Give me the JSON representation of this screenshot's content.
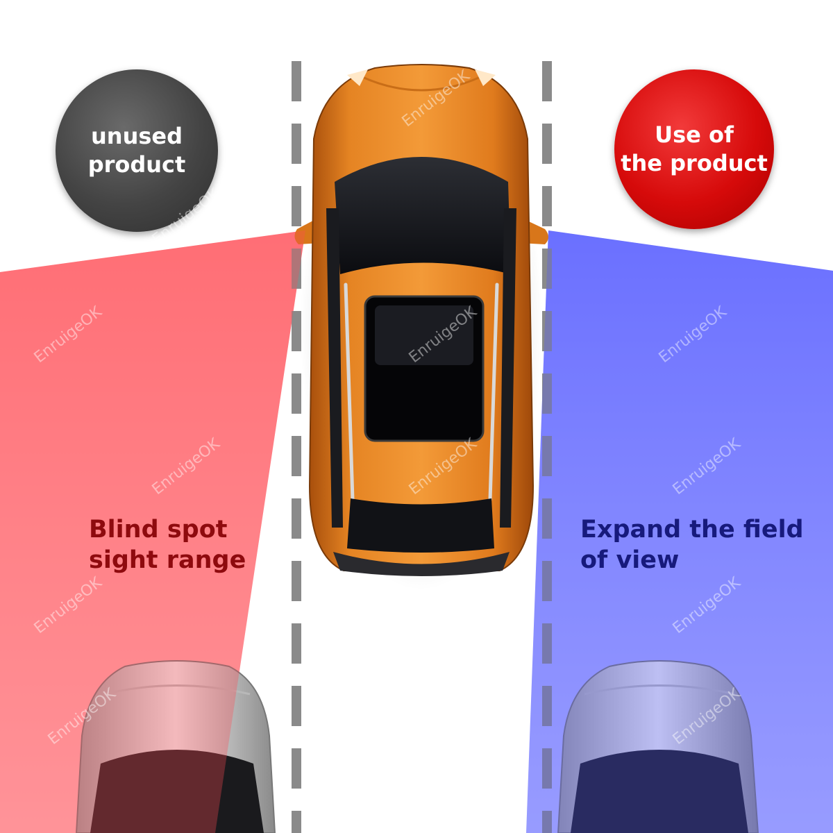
{
  "badges": {
    "without": {
      "line1": "unused",
      "line2": "product"
    },
    "with": {
      "line1": "Use of",
      "line2": "the product"
    }
  },
  "labels": {
    "blind_spot": {
      "line1": "Blind spot",
      "line2": "sight range"
    },
    "expanded": {
      "line1": "Expand the field",
      "line2": "of view"
    }
  },
  "watermark": {
    "text": "EnruigeOK"
  },
  "colors": {
    "badge_without": "#444444",
    "badge_with": "#d60a0a",
    "blind_spot_text": "#8e0a0e",
    "expanded_text": "#171a7c",
    "blind_zone": "#ff6b72",
    "expanded_zone": "#6e73ff",
    "main_car": "#e0801f",
    "lane_marking": "#8a8a8a"
  }
}
